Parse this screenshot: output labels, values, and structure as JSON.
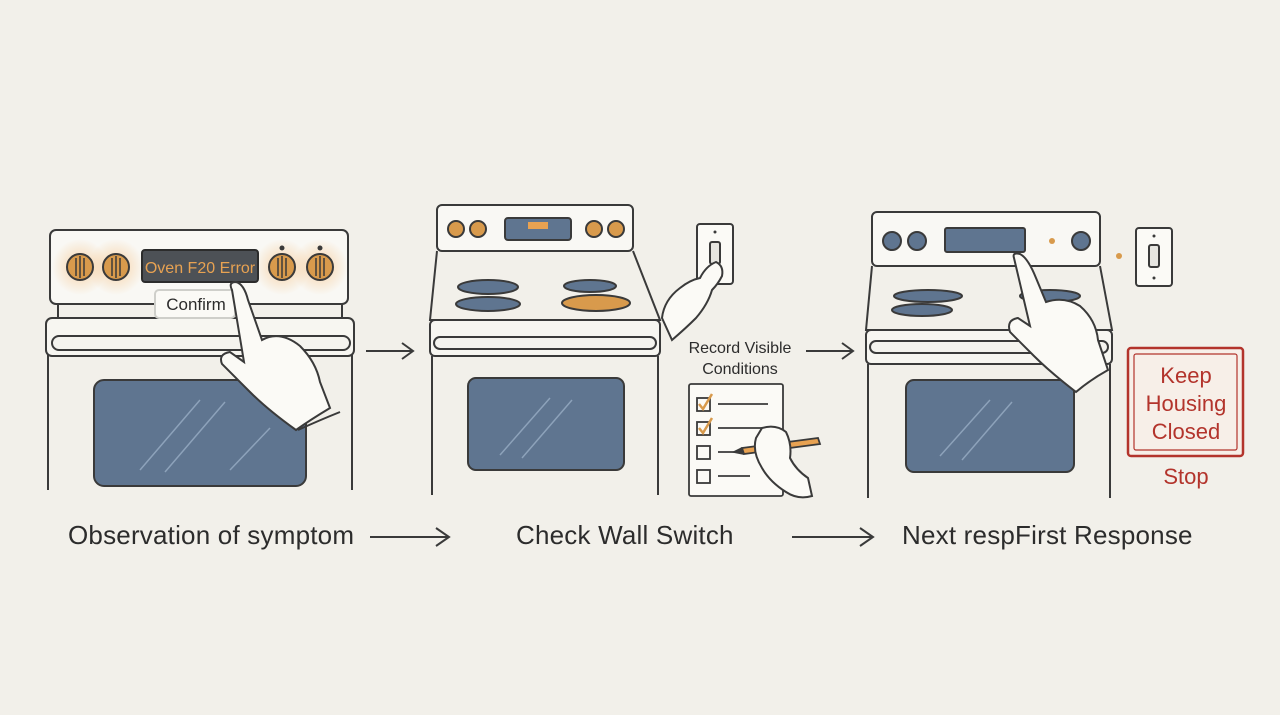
{
  "steps": [
    {
      "caption": "Observation of symptom",
      "display_text": "Oven F20 Error",
      "tooltip": "Confirm"
    },
    {
      "caption": "Check Wall Switch",
      "note_line1": "Record Visible",
      "note_line2": "Conditions"
    },
    {
      "caption": "Next respFirst Response",
      "sign_line1": "Keep",
      "sign_line2": "Housing",
      "sign_line3": "Closed",
      "sign_label": "Stop"
    }
  ],
  "colors": {
    "background": "#f2f0ea",
    "line": "#3a3a3a",
    "window": "#5f7590",
    "knob": "#d89a4c",
    "accent": "#e8a252",
    "stop_red": "#b3342c"
  }
}
